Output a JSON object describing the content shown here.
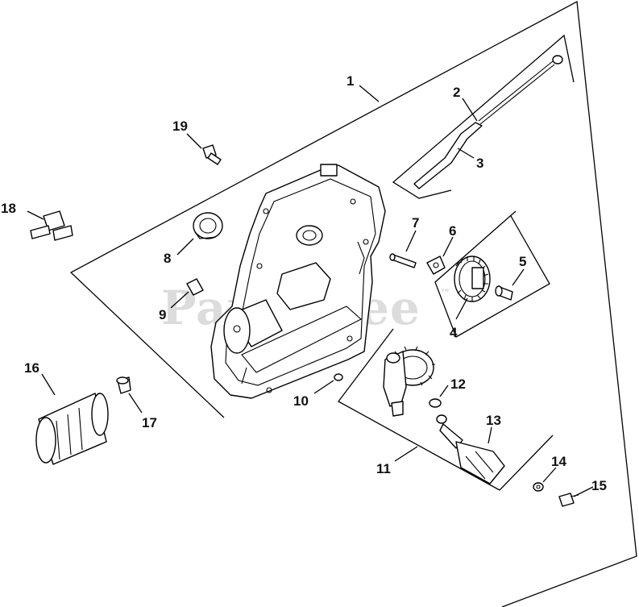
{
  "watermark": {
    "text": "PartsTree",
    "trademark": "™"
  },
  "callouts": {
    "c1": "1",
    "c2": "2",
    "c3": "3",
    "c4": "4",
    "c5": "5",
    "c6": "6",
    "c7": "7",
    "c8": "8",
    "c9": "9",
    "c10": "10",
    "c11": "11",
    "c12": "12",
    "c13": "13",
    "c14": "14",
    "c15": "15",
    "c16": "16",
    "c17": "17",
    "c18": "18",
    "c19": "19"
  }
}
